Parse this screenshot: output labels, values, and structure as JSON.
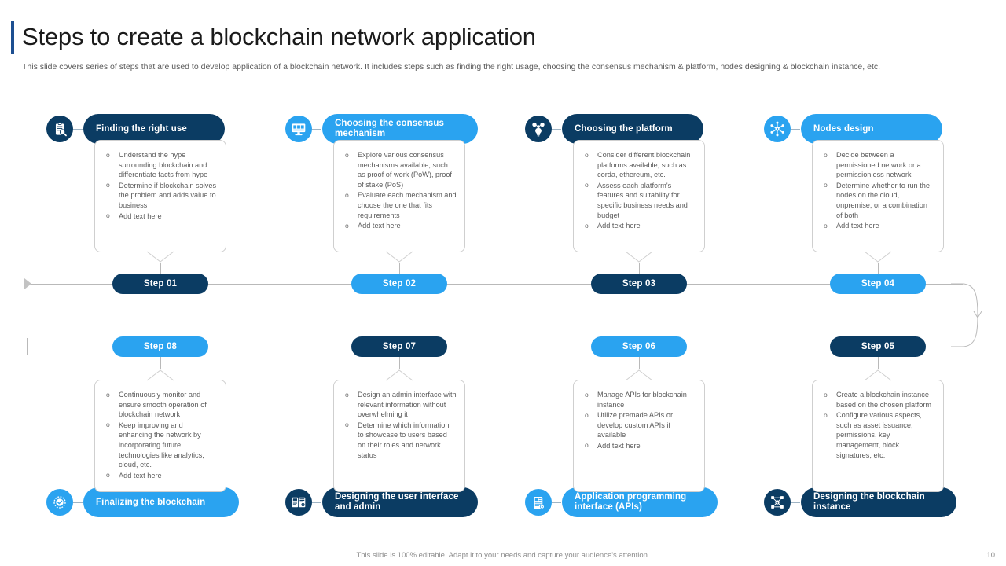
{
  "slide": {
    "title": "Steps to create a blockchain network application",
    "subtitle": "This slide covers series of steps that are used to develop application of a  blockchain network. It includes steps such as finding the right usage, choosing the consensus mechanism & platform, nodes designing & blockchain instance, etc.",
    "footer_note": "This slide is 100% editable. Adapt it to your needs and capture your audience's attention.",
    "page_number": "10"
  },
  "colors": {
    "navy": "#0b3c63",
    "cyan": "#2aa3f0",
    "rail": "#b9b9b9",
    "body_text": "#5b5b5b",
    "title_text": "#1a1a1a"
  },
  "steps": [
    {
      "step_label": "Step 01",
      "heading": "Finding the right use",
      "icon": "clipboard-search-icon",
      "theme": "navy",
      "row": "top",
      "bullets": [
        "Understand the hype surrounding blockchain and differentiate facts from hype",
        "Determine  if blockchain solves the problem and adds value to business",
        "Add text here"
      ]
    },
    {
      "step_label": "Step 02",
      "heading": "Choosing the consensus mechanism",
      "icon": "monitor-blocks-icon",
      "theme": "cyan",
      "row": "top",
      "bullets": [
        "Explore various consensus mechanisms available, such as proof of work (PoW), proof of stake (PoS)",
        "Evaluate  each mechanism and choose the one that fits requirements",
        "Add text here"
      ]
    },
    {
      "step_label": "Step 03",
      "heading": "Choosing the platform",
      "icon": "idea-bulb-nodes-icon",
      "theme": "navy",
      "row": "top",
      "bullets": [
        "Consider different blockchain platforms available, such as corda, ethereum, etc.",
        "Assess each platform's features and suitability for specific business needs and budget",
        "Add text here"
      ]
    },
    {
      "step_label": "Step 04",
      "heading": "Nodes design",
      "icon": "network-hub-icon",
      "theme": "cyan",
      "row": "top",
      "bullets": [
        "Decide between a permissioned network or a permissionless network",
        "Determine  whether to run the nodes on the cloud, onpremise, or a combination  of both",
        "Add text here"
      ]
    },
    {
      "step_label": "Step 05",
      "heading": "Designing the blockchain instance",
      "icon": "blockchain-nodes-icon",
      "theme": "navy",
      "row": "bottom",
      "bullets": [
        "Create a blockchain instance based on the chosen platform",
        "Configure various aspects, such as asset issuance, permissions, key management,  block signatures, etc."
      ]
    },
    {
      "step_label": "Step 06",
      "heading": "Application programming interface (APIs)",
      "icon": "api-document-icon",
      "theme": "cyan",
      "row": "bottom",
      "bullets": [
        "Manage APIs  for blockchain instance",
        "Utilize premade APIs or develop custom APIs if available",
        "Add text here"
      ]
    },
    {
      "step_label": "Step 07",
      "heading": "Designing the user interface and admin",
      "icon": "ui-layout-icon",
      "theme": "navy",
      "row": "bottom",
      "bullets": [
        "Design an admin  interface with relevant information without overwhelming it",
        "Determine  which information to showcase to users based on their roles and network status"
      ]
    },
    {
      "step_label": "Step 08",
      "heading": "Finalizing the blockchain",
      "icon": "check-badge-icon",
      "theme": "cyan",
      "row": "bottom",
      "bullets": [
        "Continuously monitor  and ensure smooth operation of blockchain network",
        "Keep improving and enhancing the network by incorporating future technologies like  analytics, cloud, etc.",
        "Add text here"
      ]
    }
  ]
}
